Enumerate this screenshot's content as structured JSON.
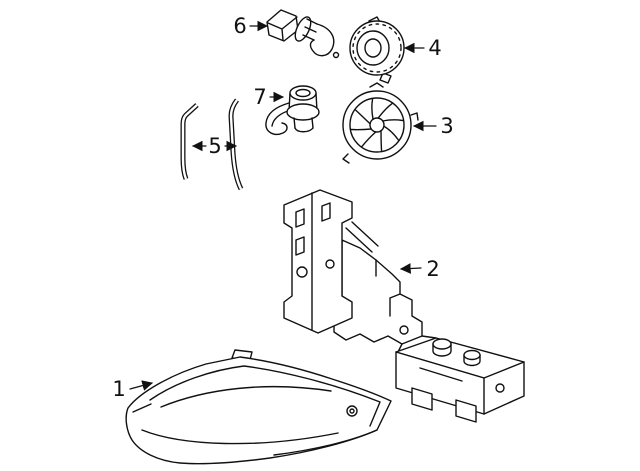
{
  "diagram": {
    "callouts": [
      {
        "label": "1"
      },
      {
        "label": "2"
      },
      {
        "label": "3"
      },
      {
        "label": "4"
      },
      {
        "label": "5"
      },
      {
        "label": "6"
      },
      {
        "label": "7"
      }
    ]
  },
  "colors": {
    "background": "#ffffff",
    "line": "#111111"
  }
}
